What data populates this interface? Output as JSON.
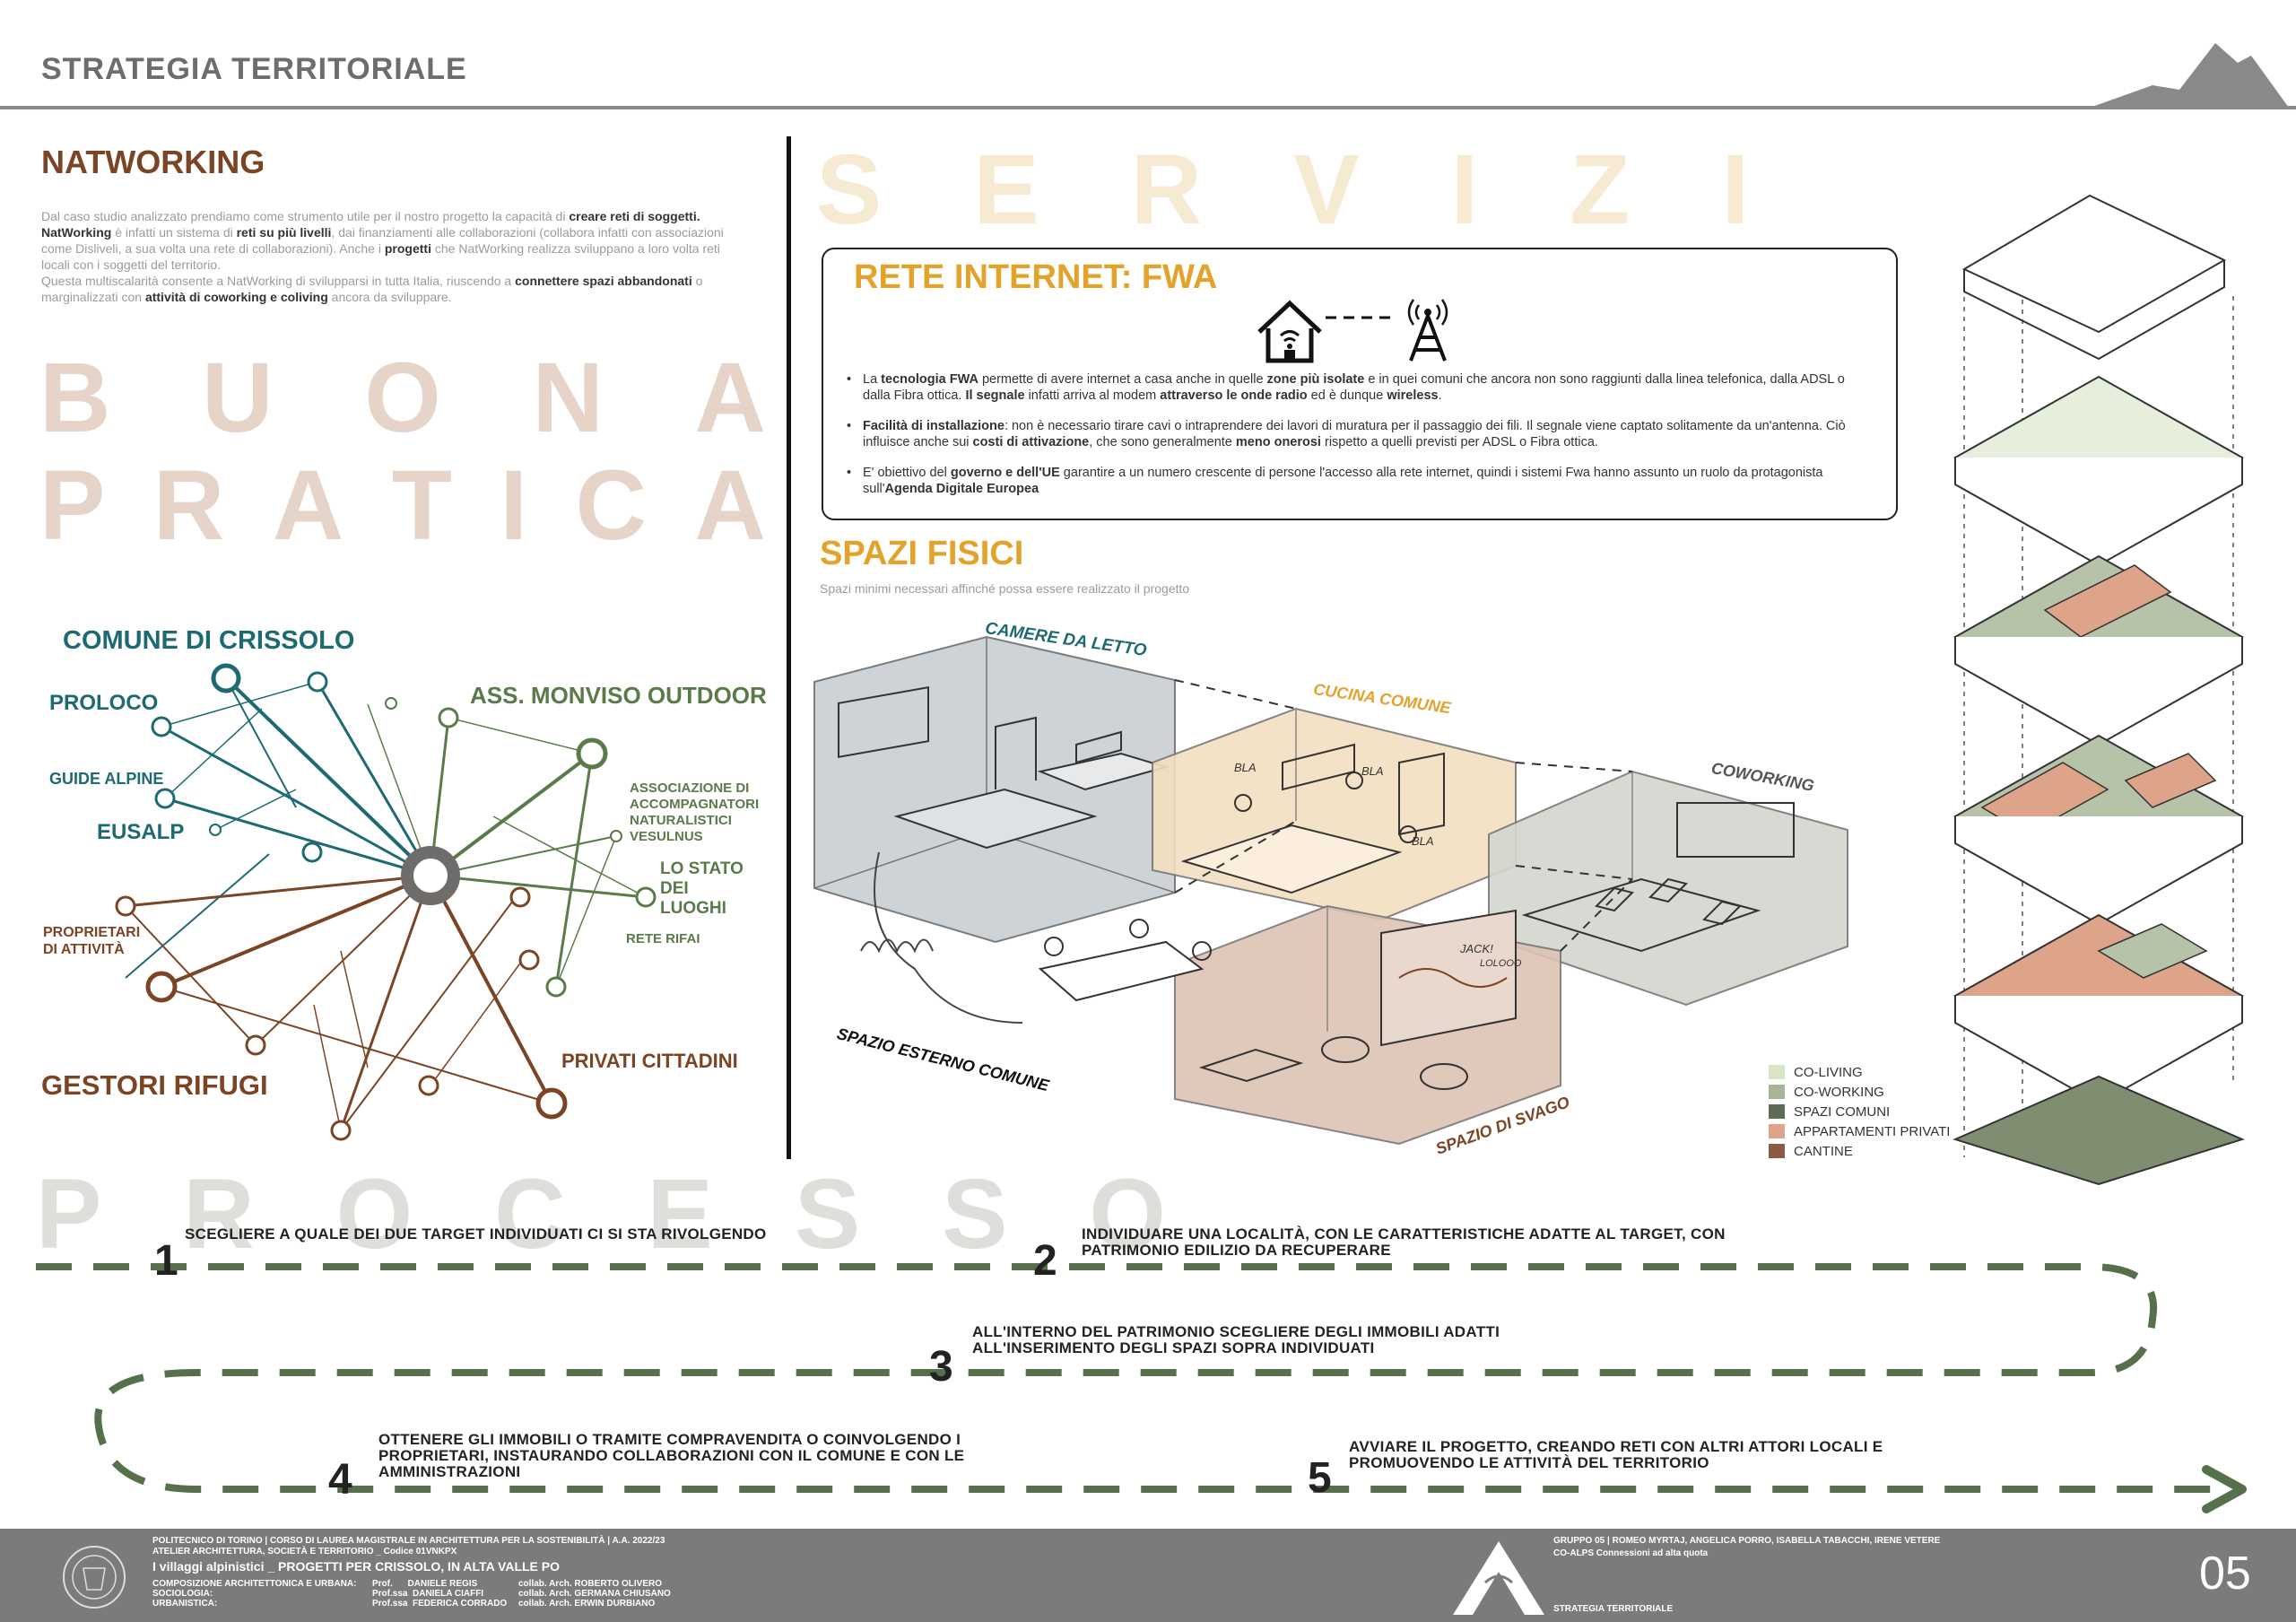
{
  "header": {
    "title": "STRATEGIA TERRITORIALE"
  },
  "networking": {
    "title": "NATWORKING",
    "para": [
      [
        {
          "t": "Dal caso studio analizzato prendiamo come strumento utile per il nostro progetto la capacità di ",
          "b": false
        },
        {
          "t": "creare reti di soggetti.",
          "b": true
        }
      ],
      [
        {
          "t": "NatWorking",
          "b": true
        },
        {
          "t": " è infatti un sistema di ",
          "b": false
        },
        {
          "t": "reti su più livelli",
          "b": true
        },
        {
          "t": ", dai finanziamenti alle collaborazioni (collabora infatti con associazioni come Disliveli, a sua volta una rete di collaborazioni). Anche i ",
          "b": false
        },
        {
          "t": "progetti",
          "b": true
        },
        {
          "t": " che NatWorking realizza sviluppano a loro volta reti locali con i soggetti del territorio.",
          "b": false
        }
      ],
      [
        {
          "t": "Questa multiscalarità consente a NatWorking di svilupparsi in tutta Italia, riuscendo a ",
          "b": false
        },
        {
          "t": "connettere spazi abbandonati",
          "b": true
        },
        {
          "t": " o marginalizzati con ",
          "b": false
        },
        {
          "t": "attività di coworking e coliving",
          "b": true
        },
        {
          "t": " ancora da sviluppare.",
          "b": false
        }
      ]
    ]
  },
  "big_words": {
    "buona": "BUONA",
    "pratica": "PRATICA",
    "servizi": "SERVIZI",
    "processo": "PROCESSO"
  },
  "network": {
    "labels": {
      "comune": "COMUNE DI CRISSOLO",
      "proloco": "PROLOCO",
      "guide": "GUIDE ALPINE",
      "eusalp": "EUSALP",
      "proprietari_1": "PROPRIETARI",
      "proprietari_2": "DI ATTIVITÀ",
      "gestori": "GESTORI RIFUGI",
      "monviso": "ASS. MONVISO OUTDOOR",
      "accomp_1": "ASSOCIAZIONE DI",
      "accomp_2": "ACCOMPAGNATORI",
      "accomp_3": "NATURALISTICI",
      "accomp_4": "VESULNUS",
      "stato_1": "LO STATO",
      "stato_2": "DEI",
      "stato_3": "LUOGHI",
      "rifai": "RETE RIFAI",
      "privati": "PRIVATI CITTADINI"
    },
    "colors": {
      "teal": "#1e6a72",
      "green": "#5b7a4a",
      "brown": "#7b4424",
      "hub": "#6f6c6c"
    }
  },
  "fwa": {
    "title": "RETE INTERNET: FWA",
    "bullets": [
      [
        {
          "t": "La ",
          "b": false
        },
        {
          "t": "tecnologia FWA",
          "b": true
        },
        {
          "t": " permette di avere internet a casa anche in quelle ",
          "b": false
        },
        {
          "t": "zone più isolate",
          "b": true
        },
        {
          "t": " e in quei comuni che ancora non sono raggiunti dalla linea telefonica, dalla ADSL o dalla Fibra ottica. ",
          "b": false
        },
        {
          "t": "Il segnale",
          "b": true
        },
        {
          "t": " infatti arriva al modem ",
          "b": false
        },
        {
          "t": "attraverso le onde radio",
          "b": true
        },
        {
          "t": " ed è dunque ",
          "b": false
        },
        {
          "t": "wireless",
          "b": true
        },
        {
          "t": ".",
          "b": false
        }
      ],
      [
        {
          "t": "Facilità di installazione",
          "b": true
        },
        {
          "t": ": non è necessario tirare cavi o intraprendere dei lavori di muratura per il passaggio dei fili. Il segnale viene captato solitamente da un'antenna. Ciò influisce anche sui ",
          "b": false
        },
        {
          "t": "costi di attivazione",
          "b": true
        },
        {
          "t": ", che sono generalmente ",
          "b": false
        },
        {
          "t": "meno onerosi",
          "b": true
        },
        {
          "t": " rispetto a quelli previsti per ADSL o Fibra ottica.",
          "b": false
        }
      ],
      [
        {
          "t": "E' obiettivo del ",
          "b": false
        },
        {
          "t": "governo e dell'UE",
          "b": true
        },
        {
          "t": " garantire a un numero crescente di persone l'accesso alla rete internet, quindi i sistemi Fwa hanno assunto un ruolo da protagonista sull'",
          "b": false
        },
        {
          "t": "Agenda Digitale Europea",
          "b": true
        }
      ]
    ]
  },
  "spazi": {
    "title": "SPAZI FISICI",
    "subtitle": "Spazi minimi necessari affinché possa essere realizzato il progetto",
    "rooms": {
      "camere": "CAMERE DA LETTO",
      "cucina": "CUCINA COMUNE",
      "coworking": "COWORKING",
      "esterno": "SPAZIO ESTERNO COMUNE",
      "svago": "SPAZIO DI SVAGO"
    },
    "sketch_words": {
      "bla": "BLA",
      "jack": "JACK!",
      "lol": "LOLOOO"
    }
  },
  "legend": [
    {
      "label": "CO-LIVING",
      "color": "#d8e5c6"
    },
    {
      "label": "CO-WORKING",
      "color": "#a6b596"
    },
    {
      "label": "SPAZI COMUNI",
      "color": "#5f6b55"
    },
    {
      "label": "APPARTAMENTI PRIVATI",
      "color": "#dea489"
    },
    {
      "label": "CANTINE",
      "color": "#8a5a44"
    }
  ],
  "process": {
    "steps": [
      {
        "num": "1",
        "text": "SCEGLIERE A QUALE DEI DUE TARGET INDIVIDUATI CI SI STA RIVOLGENDO"
      },
      {
        "num": "2",
        "text": "INDIVIDUARE UNA LOCALITÀ, CON LE CARATTERISTICHE ADATTE AL TARGET, CON PATRIMONIO EDILIZIO DA RECUPERARE"
      },
      {
        "num": "3",
        "text": "ALL'INTERNO DEL PATRIMONIO SCEGLIERE DEGLI IMMOBILI ADATTI ALL'INSERIMENTO DEGLI SPAZI SOPRA INDIVIDUATI"
      },
      {
        "num": "4",
        "text": "OTTENERE GLI IMMOBILI O TRAMITE COMPRAVENDITA O COINVOLGENDO I PROPRIETARI, INSTAURANDO COLLABORAZIONI CON IL COMUNE E CON LE AMMINISTRAZIONI"
      },
      {
        "num": "5",
        "text": "AVVIARE IL PROGETTO, CREANDO RETI CON ALTRI ATTORI LOCALI E PROMUOVENDO LE ATTIVITÀ DEL TERRITORIO"
      }
    ],
    "path_color": "#55704a"
  },
  "footer": {
    "line1": "POLITECNICO DI TORINO  |  CORSO DI LAUREA MAGISTRALE IN ARCHITETTURA PER LA SOSTENIBILITÀ  |  A.A. 2022/23",
    "line2": "ATELIER ARCHITETTURA, SOCIETÀ E TERRITORIO _ Codice 01VNKPX",
    "course_title": "I villaggi alpinistici _ PROGETTI PER CRISSOLO, IN ALTA VALLE PO",
    "roles": [
      "COMPOSIZIONE ARCHITETTONICA E URBANA:",
      "SOCIOLOGIA:",
      "URBANISTICA:"
    ],
    "profs": [
      "Prof.      DANIELE REGIS",
      "Prof.ssa  DANIELA CIAFFI",
      "Prof.ssa  FEDERICA CORRADO"
    ],
    "collabs": [
      "collab. Arch. ROBERTO OLIVERO",
      "collab. Arch. GERMANA CHIUSANO",
      "collab. Arch. ERWIN DURBIANO"
    ],
    "group": "GRUPPO 05  |  ROMEO MYRTAJ, ANGELICA PORRO, ISABELLA TABACCHI, IRENE VETERE",
    "project": "CO-ALPS Connessioni ad alta quota",
    "section": "STRATEGIA TERRITORIALE",
    "page": "05"
  }
}
